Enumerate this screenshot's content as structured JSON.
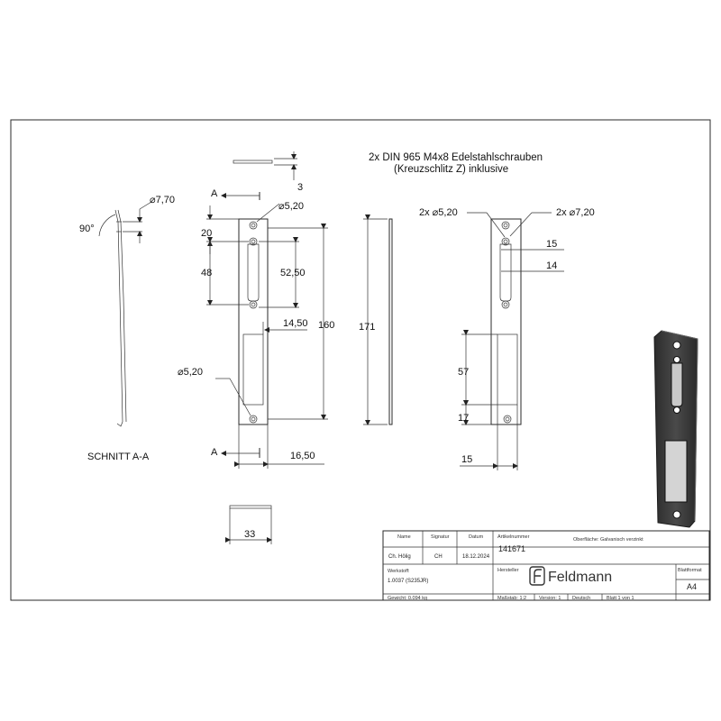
{
  "note": {
    "line1": "2x DIN 965 M4x8 Edelstahlschrauben",
    "line2": "(Kreuzschlitz Z) inklusive"
  },
  "section": {
    "label": "SCHNITT A-A",
    "angle": "90°",
    "dia_770": "⌀7,70"
  },
  "front": {
    "marker_a": "A",
    "dim_3": "3",
    "dim_dia_520_top": "⌀5,20",
    "dim_20": "20",
    "dim_48": "48",
    "dim_5250": "52,50",
    "dim_1450": "14,50",
    "dim_160": "160",
    "dim_dia_520_bottom": "⌀5,20",
    "dim_1650": "16,50",
    "dim_33": "33"
  },
  "side": {
    "dim_171": "171"
  },
  "back": {
    "dim_2x_dia_520": "2x ⌀5,20",
    "dim_2x_dia_720": "2x ⌀7,20",
    "dim_15_top": "15",
    "dim_14": "14",
    "dim_57": "57",
    "dim_17": "17",
    "dim_15_bottom": "15"
  },
  "title_block": {
    "h_name": "Name",
    "h_signatur": "Signatur",
    "h_datum": "Datum",
    "h_artikel": "Artikelnummer",
    "h_oberflaeche": "Oberfläche: Galvanisch verzinkt",
    "v_name": "Ch. Hölig",
    "v_signatur": "CH",
    "v_datum": "18.12.2024",
    "v_artikel": "141671",
    "h_werkstoff": "Werkstoff:",
    "v_werkstoff": "1.0037 (S235JR)",
    "h_hersteller": "Hersteller",
    "logo_text": "Feldmann",
    "h_blattformat": "Blattformat",
    "v_blattformat": "A4",
    "gewicht": "Gewicht: 0.094 kg",
    "massstab": "Maßstab: 1:2",
    "version": "Version: 1",
    "sprache": "Deutsch",
    "blatt": "Blatt 1 von 1"
  },
  "colors": {
    "line": "#2a2a2a",
    "plate_dark": "#3a3a3a",
    "plate_mid": "#5a5a5a"
  }
}
